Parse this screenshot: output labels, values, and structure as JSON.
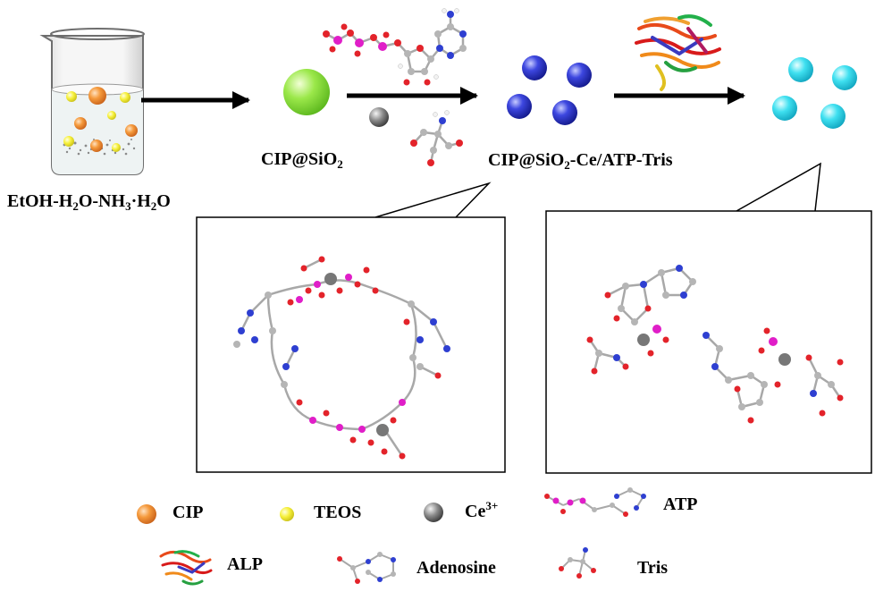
{
  "labels": {
    "solvent": {
      "t1": "EtOH-H",
      "s1": "2",
      "t2": "O-NH",
      "s2": "3",
      "t3": "·H",
      "s3": "2",
      "t4": "O"
    },
    "cip_sio2": {
      "t1": "CIP@SiO",
      "s1": "2"
    },
    "cip_sio2_ce": {
      "t1": "CIP@SiO",
      "s1": "2",
      "t2": "-Ce/ATP-Tris"
    }
  },
  "legend": {
    "cip": "CIP",
    "teos": "TEOS",
    "ce": {
      "t1": "Ce",
      "sup": "3+"
    },
    "atp": "ATP",
    "alp": "ALP",
    "adenosine": "Adenosine",
    "tris": "Tris"
  },
  "colors": {
    "cip": "#f08a2a",
    "teos": "#f3ee2e",
    "sio2": "#8ee23a",
    "ce_atp": "#2b35c8",
    "final": "#37d8ea",
    "ce_atom": "#777777",
    "oxygen": "#e3232a",
    "phosphorus": "#e01ec8",
    "nitrogen": "#2e3fd1",
    "carbon": "#b5b5b5",
    "hydrogen": "#f2f2f2"
  }
}
